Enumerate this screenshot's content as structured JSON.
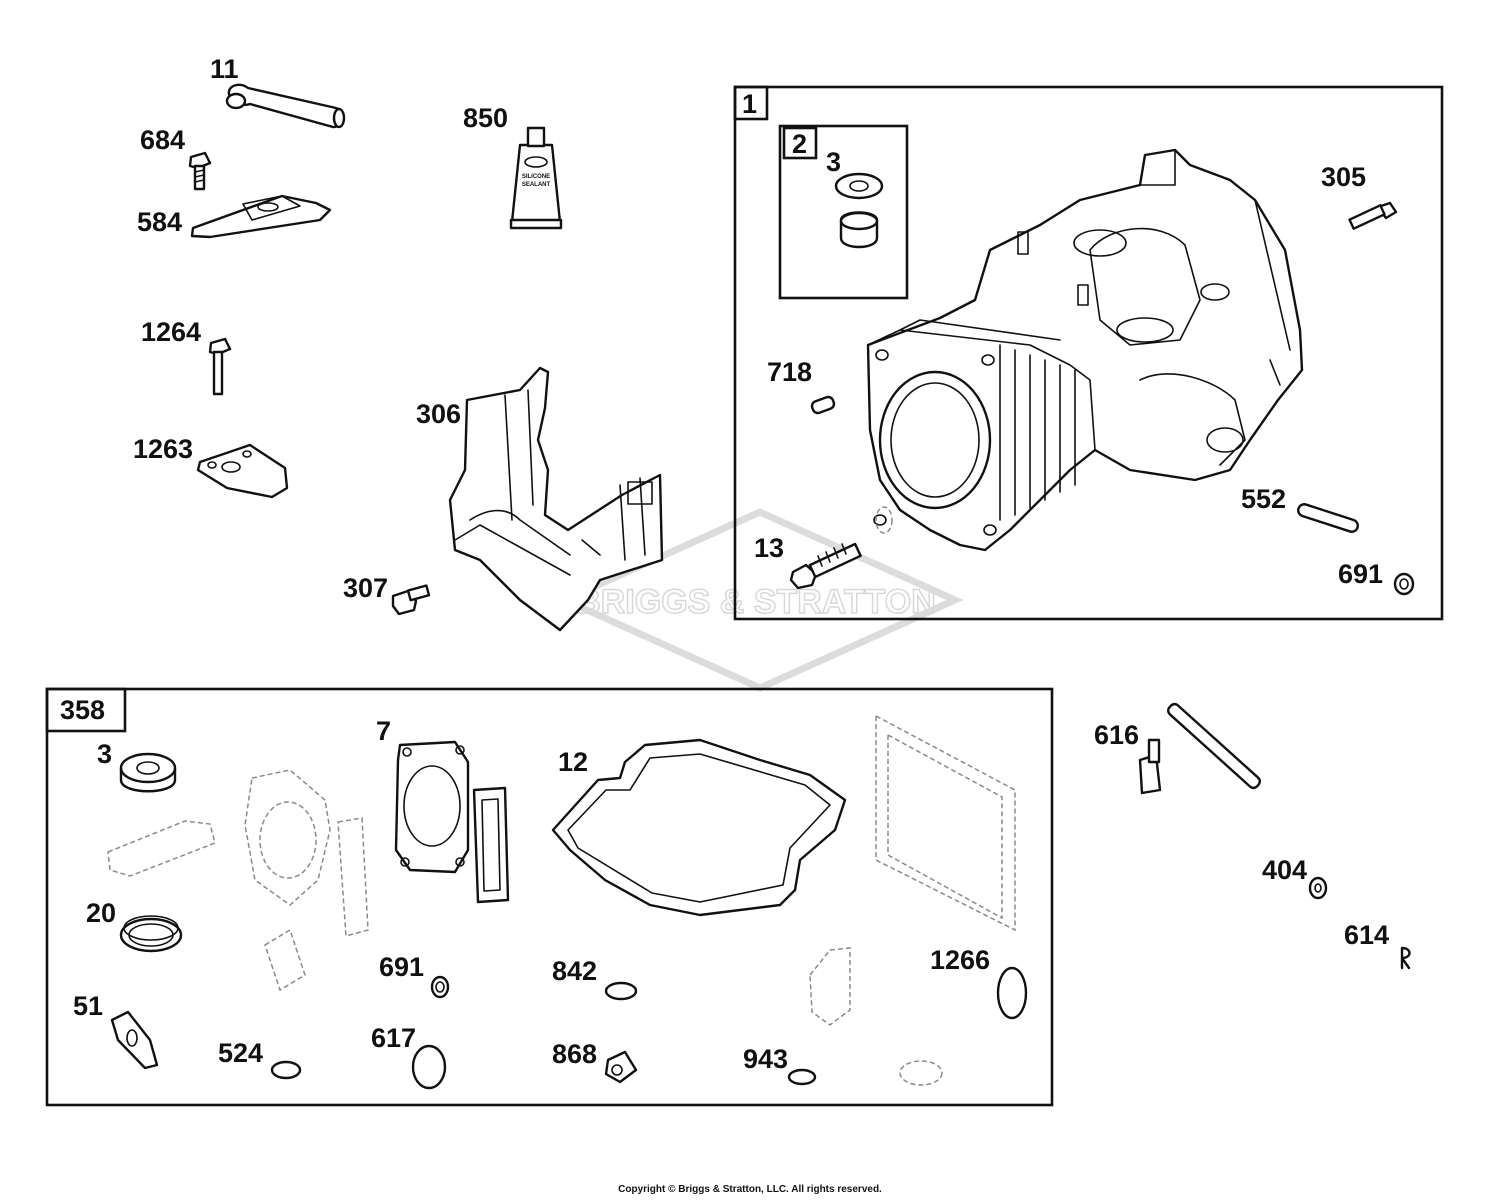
{
  "callouts": {
    "c11": "11",
    "c684": "684",
    "c584": "584",
    "c850": "850",
    "c1264": "1264",
    "c1263": "1263",
    "c306": "306",
    "c307": "307",
    "c1": "1",
    "c2": "2",
    "c3a": "3",
    "c305": "305",
    "c718": "718",
    "c552": "552",
    "c13": "13",
    "c691a": "691",
    "c358": "358",
    "c3b": "3",
    "c7": "7",
    "c12": "12",
    "c20": "20",
    "c51": "51",
    "c524": "524",
    "c691b": "691",
    "c617": "617",
    "c842": "842",
    "c868": "868",
    "c943": "943",
    "c1266": "1266",
    "c616": "616",
    "c404": "404",
    "c614": "614"
  },
  "sealant_tube_text": [
    "SILICONE",
    "SEALANT"
  ],
  "watermark": "BRIGGS & STRATTON",
  "copyright": "Copyright © Briggs & Stratton, LLC. All rights reserved."
}
